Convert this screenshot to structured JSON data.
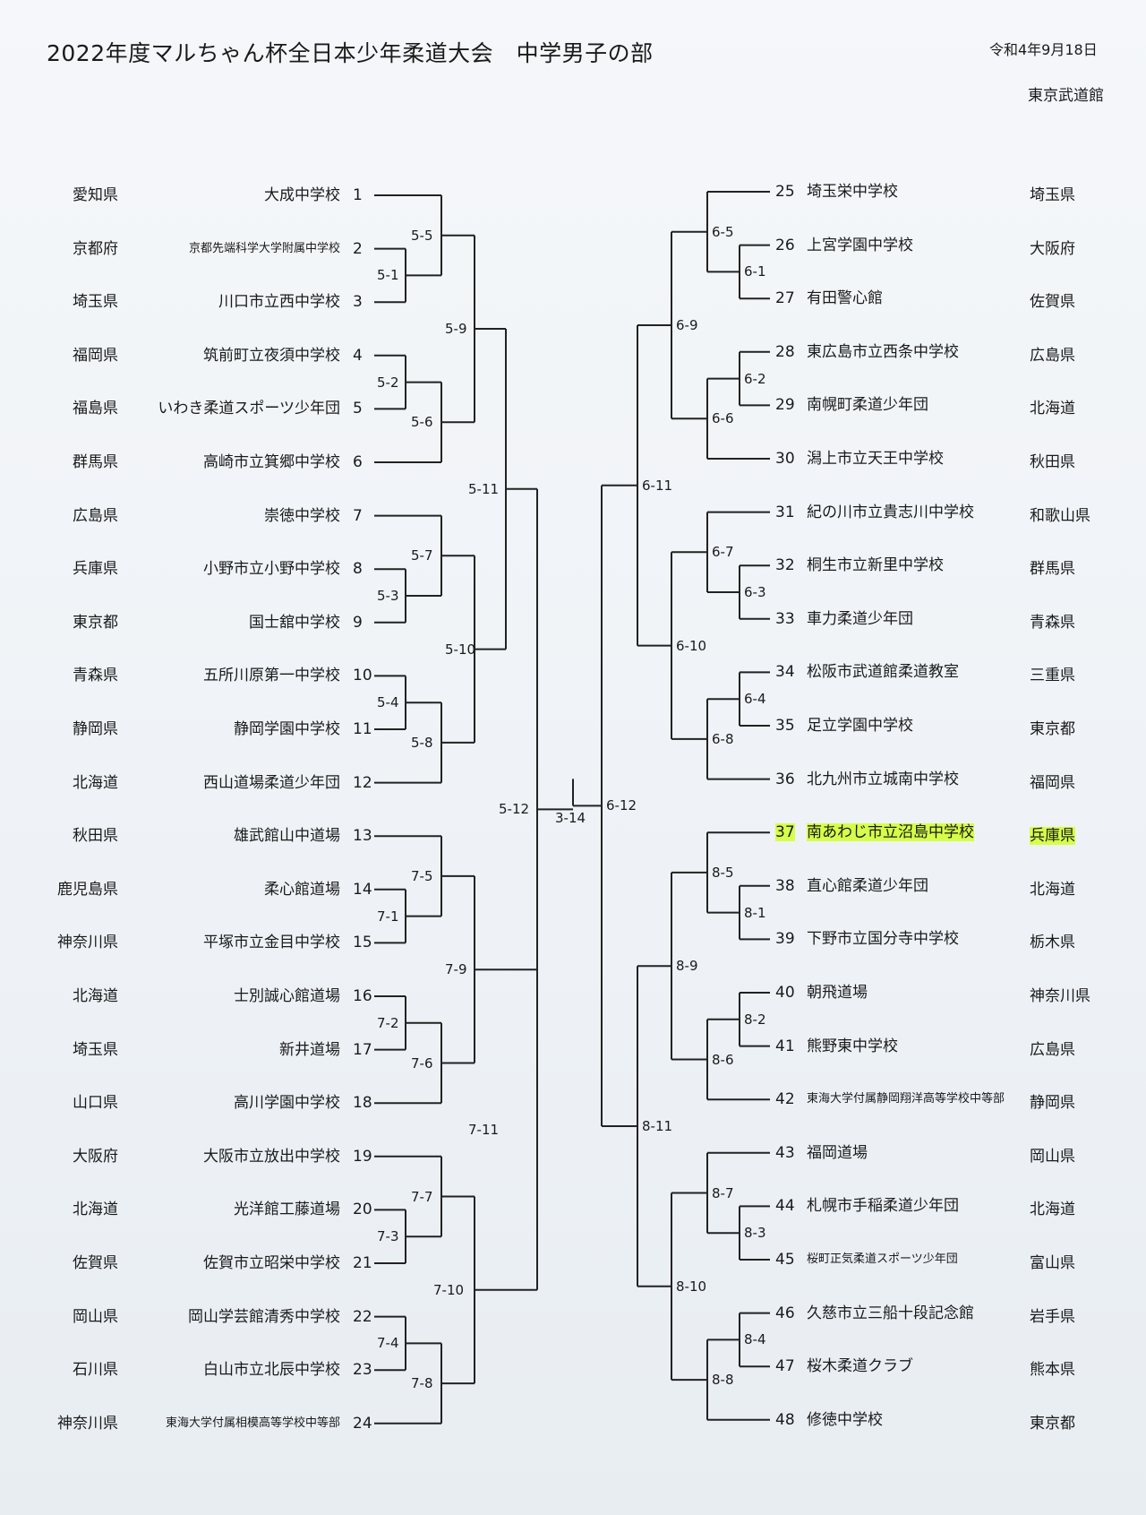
{
  "header": {
    "title": "2022年度マルちゃん杯全日本少年柔道大会　中学男子の部",
    "date": "令和4年9月18日",
    "venue": "東京武道館"
  },
  "left_entries": [
    {
      "pref": "愛知県",
      "school": "大成中学校",
      "num": "1"
    },
    {
      "pref": "京都府",
      "school": "京都先端科学大学附属中学校",
      "num": "2"
    },
    {
      "pref": "埼玉県",
      "school": "川口市立西中学校",
      "num": "3"
    },
    {
      "pref": "福岡県",
      "school": "筑前町立夜須中学校",
      "num": "4"
    },
    {
      "pref": "福島県",
      "school": "いわき柔道スポーツ少年団",
      "num": "5"
    },
    {
      "pref": "群馬県",
      "school": "高崎市立箕郷中学校",
      "num": "6"
    },
    {
      "pref": "広島県",
      "school": "崇徳中学校",
      "num": "7"
    },
    {
      "pref": "兵庫県",
      "school": "小野市立小野中学校",
      "num": "8"
    },
    {
      "pref": "東京都",
      "school": "国士舘中学校",
      "num": "9"
    },
    {
      "pref": "青森県",
      "school": "五所川原第一中学校",
      "num": "10"
    },
    {
      "pref": "静岡県",
      "school": "静岡学園中学校",
      "num": "11"
    },
    {
      "pref": "北海道",
      "school": "西山道場柔道少年団",
      "num": "12"
    },
    {
      "pref": "秋田県",
      "school": "雄武館山中道場",
      "num": "13"
    },
    {
      "pref": "鹿児島県",
      "school": "柔心館道場",
      "num": "14"
    },
    {
      "pref": "神奈川県",
      "school": "平塚市立金目中学校",
      "num": "15"
    },
    {
      "pref": "北海道",
      "school": "士別誠心館道場",
      "num": "16"
    },
    {
      "pref": "埼玉県",
      "school": "新井道場",
      "num": "17"
    },
    {
      "pref": "山口県",
      "school": "高川学園中学校",
      "num": "18"
    },
    {
      "pref": "大阪府",
      "school": "大阪市立放出中学校",
      "num": "19"
    },
    {
      "pref": "北海道",
      "school": "光洋館工藤道場",
      "num": "20"
    },
    {
      "pref": "佐賀県",
      "school": "佐賀市立昭栄中学校",
      "num": "21"
    },
    {
      "pref": "岡山県",
      "school": "岡山学芸館清秀中学校",
      "num": "22"
    },
    {
      "pref": "石川県",
      "school": "白山市立北辰中学校",
      "num": "23"
    },
    {
      "pref": "神奈川県",
      "school": "東海大学付属相模高等学校中等部",
      "num": "24"
    }
  ],
  "right_entries": [
    {
      "num": "25",
      "school": "埼玉栄中学校",
      "pref": "埼玉県"
    },
    {
      "num": "26",
      "school": "上宮学園中学校",
      "pref": "大阪府"
    },
    {
      "num": "27",
      "school": "有田警心館",
      "pref": "佐賀県"
    },
    {
      "num": "28",
      "school": "東広島市立西条中学校",
      "pref": "広島県"
    },
    {
      "num": "29",
      "school": "南幌町柔道少年団",
      "pref": "北海道"
    },
    {
      "num": "30",
      "school": "潟上市立天王中学校",
      "pref": "秋田県"
    },
    {
      "num": "31",
      "school": "紀の川市立貴志川中学校",
      "pref": "和歌山県"
    },
    {
      "num": "32",
      "school": "桐生市立新里中学校",
      "pref": "群馬県"
    },
    {
      "num": "33",
      "school": "車力柔道少年団",
      "pref": "青森県"
    },
    {
      "num": "34",
      "school": "松阪市武道館柔道教室",
      "pref": "三重県"
    },
    {
      "num": "35",
      "school": "足立学園中学校",
      "pref": "東京都"
    },
    {
      "num": "36",
      "school": "北九州市立城南中学校",
      "pref": "福岡県"
    },
    {
      "num": "37",
      "school": "南あわじ市立沼島中学校",
      "pref": "兵庫県"
    },
    {
      "num": "38",
      "school": "直心館柔道少年団",
      "pref": "北海道"
    },
    {
      "num": "39",
      "school": "下野市立国分寺中学校",
      "pref": "栃木県"
    },
    {
      "num": "40",
      "school": "朝飛道場",
      "pref": "神奈川県"
    },
    {
      "num": "41",
      "school": "熊野東中学校",
      "pref": "広島県"
    },
    {
      "num": "42",
      "school": "東海大学付属静岡翔洋高等学校中等部",
      "pref": "静岡県"
    },
    {
      "num": "43",
      "school": "福岡道場",
      "pref": "岡山県"
    },
    {
      "num": "44",
      "school": "札幌市手稲柔道少年団",
      "pref": "北海道"
    },
    {
      "num": "45",
      "school": "桜町正気柔道スポーツ少年団",
      "pref": "富山県"
    },
    {
      "num": "46",
      "school": "久慈市立三船十段記念館",
      "pref": "岩手県"
    },
    {
      "num": "47",
      "school": "桜木柔道クラブ",
      "pref": "熊本県"
    },
    {
      "num": "48",
      "school": "修徳中学校",
      "pref": "東京都"
    }
  ],
  "match_labels": [
    "5-5",
    "5-1",
    "5-9",
    "5-2",
    "5-6",
    "5-11",
    "5-7",
    "5-3",
    "5-10",
    "5-4",
    "5-8",
    "5-12",
    "7-5",
    "7-1",
    "7-9",
    "7-2",
    "7-6",
    "7-11",
    "7-7",
    "7-3",
    "7-10",
    "7-4",
    "7-8",
    "6-5",
    "6-1",
    "6-9",
    "6-2",
    "6-6",
    "6-11",
    "6-7",
    "6-3",
    "6-10",
    "6-4",
    "6-8",
    "6-12",
    "8-5",
    "8-1",
    "8-9",
    "8-2",
    "8-6",
    "8-11",
    "8-7",
    "8-3",
    "8-10",
    "8-4",
    "8-8",
    "3-14"
  ],
  "highlight": {
    "entry": "37",
    "color": "#d6ff4a"
  }
}
